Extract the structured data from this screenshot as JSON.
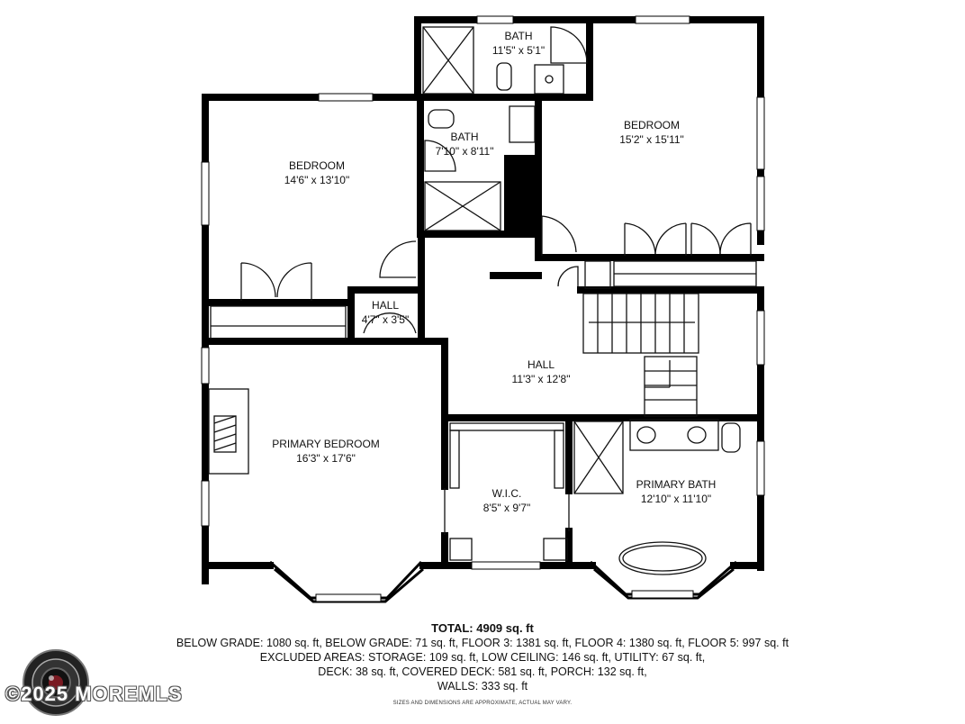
{
  "rooms": [
    {
      "id": "bath-top",
      "name": "BATH",
      "dims": "11'5\" x 5'1\""
    },
    {
      "id": "bedroom-ne",
      "name": "BEDROOM",
      "dims": "15'2\" x 15'11\""
    },
    {
      "id": "bedroom-nw",
      "name": "BEDROOM",
      "dims": "14'6\" x 13'10\""
    },
    {
      "id": "bath-mid",
      "name": "BATH",
      "dims": "7'10\" x 8'11\""
    },
    {
      "id": "hall-small",
      "name": "HALL",
      "dims": "4'7\" x 3'5\""
    },
    {
      "id": "hall-main",
      "name": "HALL",
      "dims": "11'3\" x 12'8\""
    },
    {
      "id": "primary-bedroom",
      "name": "PRIMARY BEDROOM",
      "dims": "16'3\" x 17'6\""
    },
    {
      "id": "wic",
      "name": "W.I.C.",
      "dims": "8'5\" x 9'7\""
    },
    {
      "id": "primary-bath",
      "name": "PRIMARY BATH",
      "dims": "12'10\" x 11'10\""
    }
  ],
  "summary": {
    "total": "TOTAL: 4909 sq. ft",
    "line1": "BELOW GRADE: 1080 sq. ft, BELOW GRADE: 71 sq. ft, FLOOR 3: 1381 sq. ft, FLOOR 4: 1380 sq. ft, FLOOR 5: 997 sq. ft",
    "line2": "EXCLUDED AREAS: STORAGE: 109 sq. ft, LOW CEILING: 146 sq. ft, UTILITY: 67 sq. ft,",
    "line3": "DECK: 38 sq. ft, COVERED DECK: 581 sq. ft, PORCH: 132 sq. ft,",
    "line4": "WALLS: 333 sq. ft",
    "disclaimer": "SIZES AND DIMENSIONS ARE APPROXIMATE, ACTUAL MAY VARY."
  },
  "watermark": {
    "text": "©2025 MOREMLS",
    "icon": "camera-lens-icon"
  },
  "colors": {
    "wall": "#000000",
    "fixture": "#111111",
    "background": "#ffffff"
  }
}
